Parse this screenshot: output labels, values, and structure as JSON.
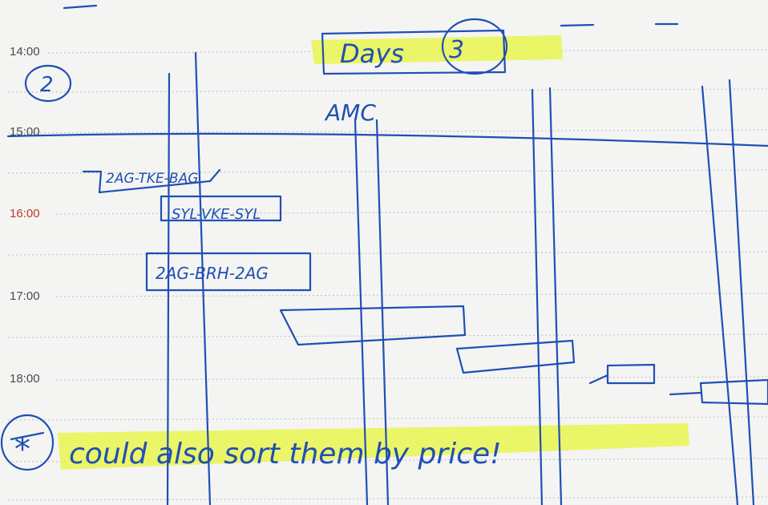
{
  "paper": {
    "background": "#f4f4f2",
    "rule_color": "#b9bec8",
    "current_time_color": "#c0392b"
  },
  "time_slots": [
    {
      "label": "14:00",
      "current": false
    },
    {
      "label": "15:00",
      "current": false
    },
    {
      "label": "16:00",
      "current": true
    },
    {
      "label": "17:00",
      "current": false
    },
    {
      "label": "18:00",
      "current": false
    }
  ],
  "handwriting": {
    "ink_color": "#1f4fb5",
    "highlighter_color": "#e8f53a",
    "title": "Days",
    "title_count": "3",
    "corner_mark": "2",
    "airport_label": "AMC",
    "flight_blocks": [
      {
        "label": "2AG-TKE-BAG"
      },
      {
        "label": "SYL-VKE-SYL"
      },
      {
        "label": "2AG-BRH-2AG"
      }
    ],
    "note_mark": "*",
    "note": "could also sort them by price!"
  }
}
